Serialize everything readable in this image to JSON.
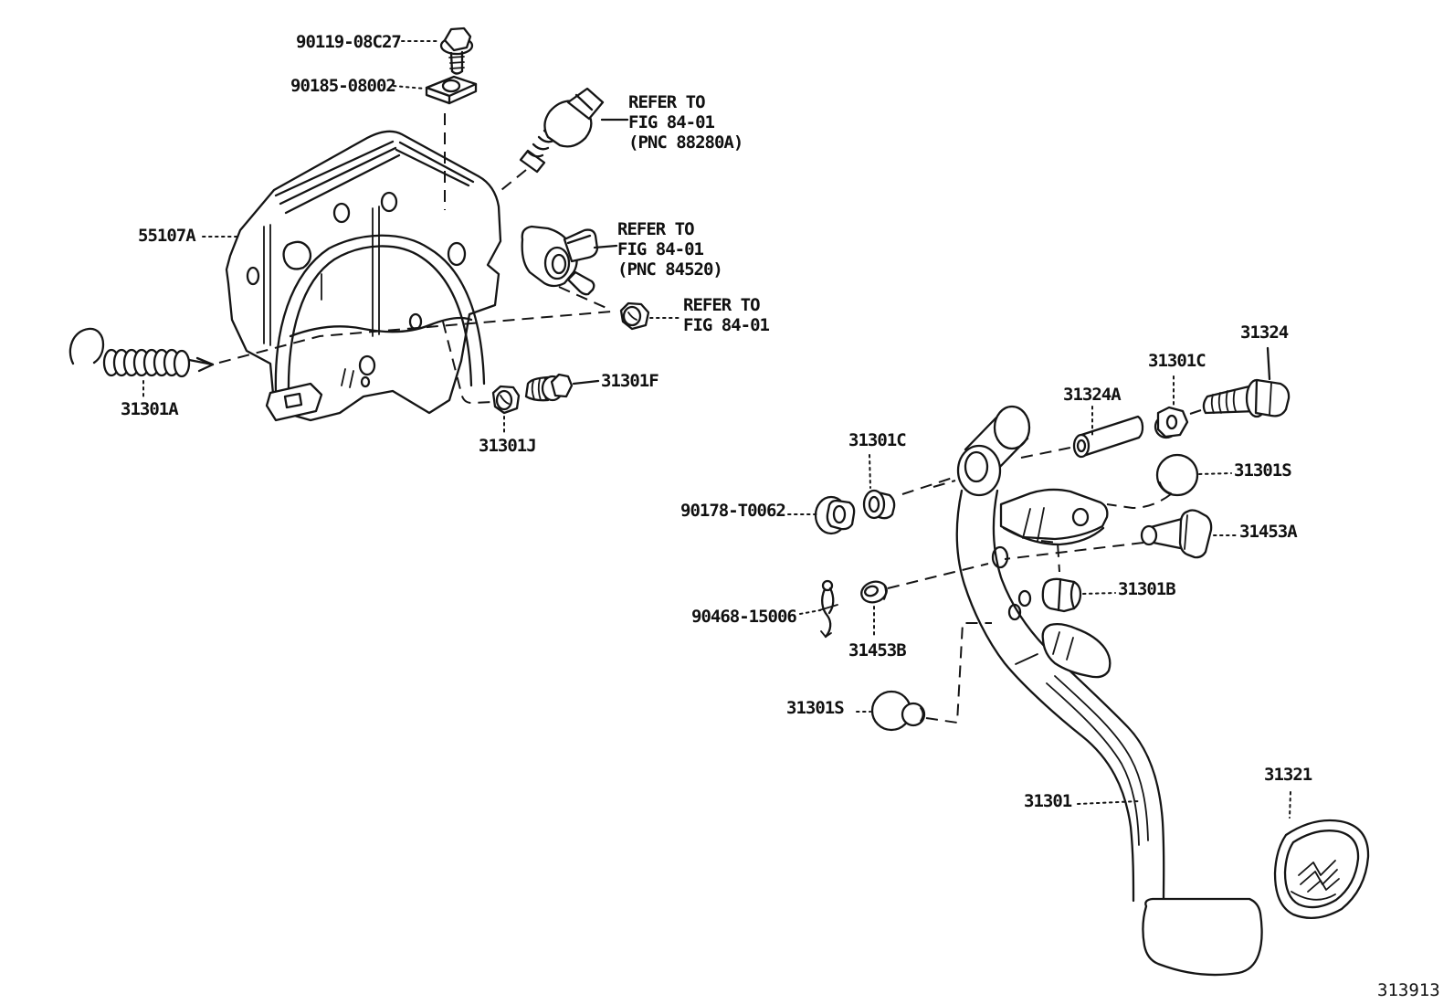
{
  "diagram": {
    "figure_number": "313913",
    "labels": {
      "bolt_top": "90119-08C27",
      "clip_nut": "90185-08002",
      "bracket": "55107A",
      "spring": "31301A",
      "bolt_f": "31301F",
      "nut_j": "31301J",
      "pivot_bolt": "31324",
      "nut_c_upper": "31301C",
      "collar": "31324A",
      "bush_c_lower": "31301C",
      "ball_upper": "31301S",
      "nut_t": "90178-T0062",
      "pin_a": "31453A",
      "bush_b": "31301B",
      "clip_spring": "90468-15006",
      "grommet_b": "31453B",
      "pin_s_lower": "31301S",
      "pedal": "31301",
      "pad": "31321"
    },
    "refer_notes": {
      "stop_lamp_switch": [
        "REFER TO",
        "FIG 84-01",
        "(PNC 88280A)"
      ],
      "clutch_start_switch": [
        "REFER TO",
        "FIG 84-01",
        "(PNC 84520)"
      ],
      "nut": [
        "REFER TO",
        "FIG 84-01"
      ]
    }
  }
}
